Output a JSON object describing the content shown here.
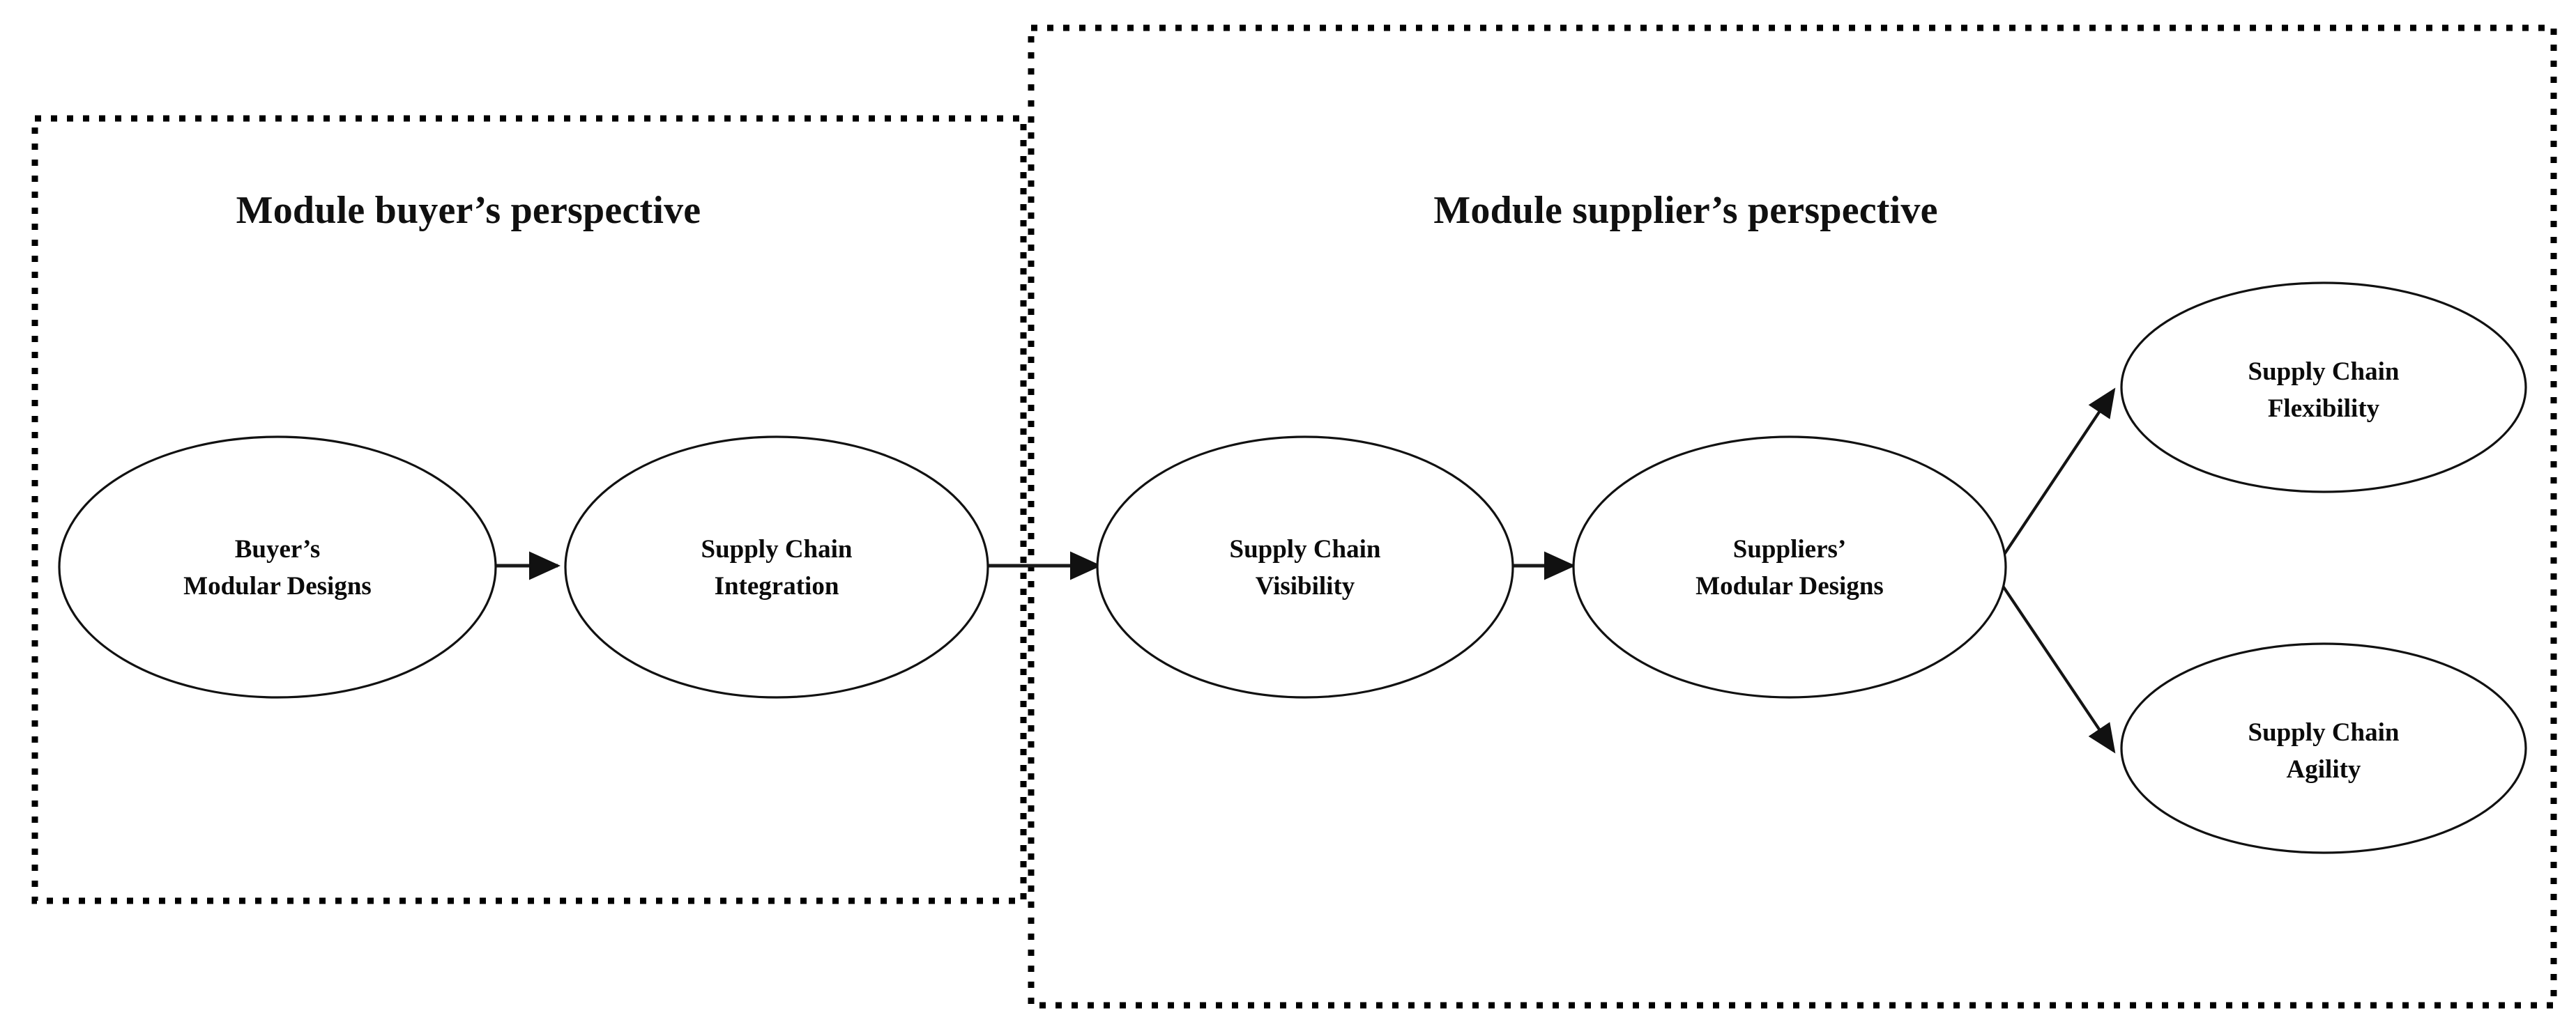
{
  "figure": {
    "kind": "conceptual-framework-diagram",
    "background_color": "#ffffff",
    "line_color": "#111111"
  },
  "groups": [
    {
      "id": "buyer-group",
      "title": "Module buyer’s perspective",
      "border_style": "dotted",
      "border_color": "#000000"
    },
    {
      "id": "supplier-group",
      "title": "Module supplier’s perspective",
      "border_style": "dotted",
      "border_color": "#000000"
    }
  ],
  "nodes": [
    {
      "id": "buyers-modular-designs",
      "shape": "ellipse",
      "line1": "Buyer’s",
      "line2": "Modular Designs",
      "group": "buyer-group"
    },
    {
      "id": "supply-chain-integration",
      "shape": "ellipse",
      "line1": "Supply Chain",
      "line2": "Integration",
      "group": "buyer-group"
    },
    {
      "id": "supply-chain-visibility",
      "shape": "ellipse",
      "line1": "Supply Chain",
      "line2": "Visibility",
      "group": "supplier-group"
    },
    {
      "id": "suppliers-modular-designs",
      "shape": "ellipse",
      "line1": "Suppliers’",
      "line2": "Modular Designs",
      "group": "supplier-group"
    },
    {
      "id": "supply-chain-flexibility",
      "shape": "ellipse",
      "line1": "Supply Chain",
      "line2": "Flexibility",
      "group": "supplier-group"
    },
    {
      "id": "supply-chain-agility",
      "shape": "ellipse",
      "line1": "Supply Chain",
      "line2": "Agility",
      "group": "supplier-group"
    }
  ],
  "edges": [
    {
      "id": "edge-1",
      "from": "buyers-modular-designs",
      "to": "supply-chain-integration",
      "arrow": "single"
    },
    {
      "id": "edge-2",
      "from": "supply-chain-integration",
      "to": "supply-chain-visibility",
      "arrow": "single"
    },
    {
      "id": "edge-3",
      "from": "supply-chain-visibility",
      "to": "suppliers-modular-designs",
      "arrow": "single"
    },
    {
      "id": "edge-4",
      "from": "suppliers-modular-designs",
      "to": "supply-chain-flexibility",
      "arrow": "single"
    },
    {
      "id": "edge-5",
      "from": "suppliers-modular-designs",
      "to": "supply-chain-agility",
      "arrow": "single"
    }
  ]
}
